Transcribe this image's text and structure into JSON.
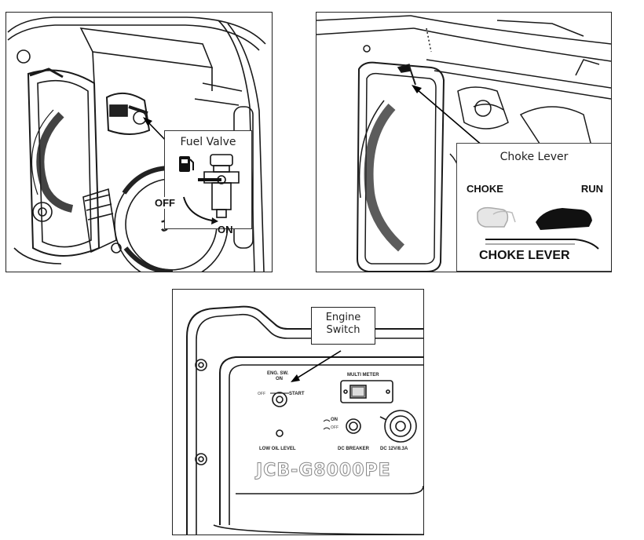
{
  "fuel_panel": {
    "callout_label": "Fuel Valve",
    "off_label": "OFF",
    "on_label": "ON",
    "brand_mark": "JCB",
    "arrow_icon": "arrow-up-left-icon",
    "fuel_pump_icon": "fuel-pump-icon"
  },
  "choke_panel": {
    "callout_label": "Choke Lever",
    "choke_label": "CHOKE",
    "run_label": "RUN",
    "lever_caption": "CHOKE LEVER",
    "arrow_icon": "arrow-up-left-icon"
  },
  "switch_panel": {
    "callout_line1": "Engine",
    "callout_line2": "Switch",
    "eng_sw_label": "ENG. SW.",
    "on_label": "ON",
    "off_label": "OFF",
    "start_label": "START",
    "multi_meter_label": "MULTI METER",
    "breaker_on_label": "ON",
    "breaker_off_label": "OFF",
    "low_oil_label": "LOW OIL LEVEL",
    "dc_breaker_label": "DC BREAKER",
    "dc_output_label": "DC 12V/8.3A",
    "model_name": "JCB-G8000PE",
    "arrow_icon": "arrow-down-left-icon"
  }
}
